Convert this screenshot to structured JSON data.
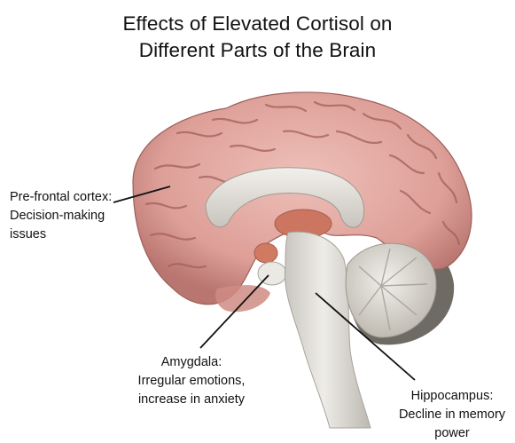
{
  "title": {
    "line1": "Effects of Elevated Cortisol on",
    "line2": "Different Parts of the Brain"
  },
  "labels": {
    "prefrontal": {
      "line1": "Pre-frontal cortex:",
      "line2": "Decision-making",
      "line3": "issues"
    },
    "amygdala": {
      "line1": "Amygdala:",
      "line2": "Irregular emotions,",
      "line3": "increase in anxiety"
    },
    "hippocampus": {
      "line1": "Hippocampus:",
      "line2": "Decline in memory",
      "line3": "power"
    }
  },
  "colors": {
    "cortex": "#e3aaa2",
    "cortex_shadow": "#b8706c",
    "white_matter": "#e6e4df",
    "thalamus": "#cc7560",
    "cerebellum": "#ddd9d0",
    "leader_line": "#111111"
  }
}
